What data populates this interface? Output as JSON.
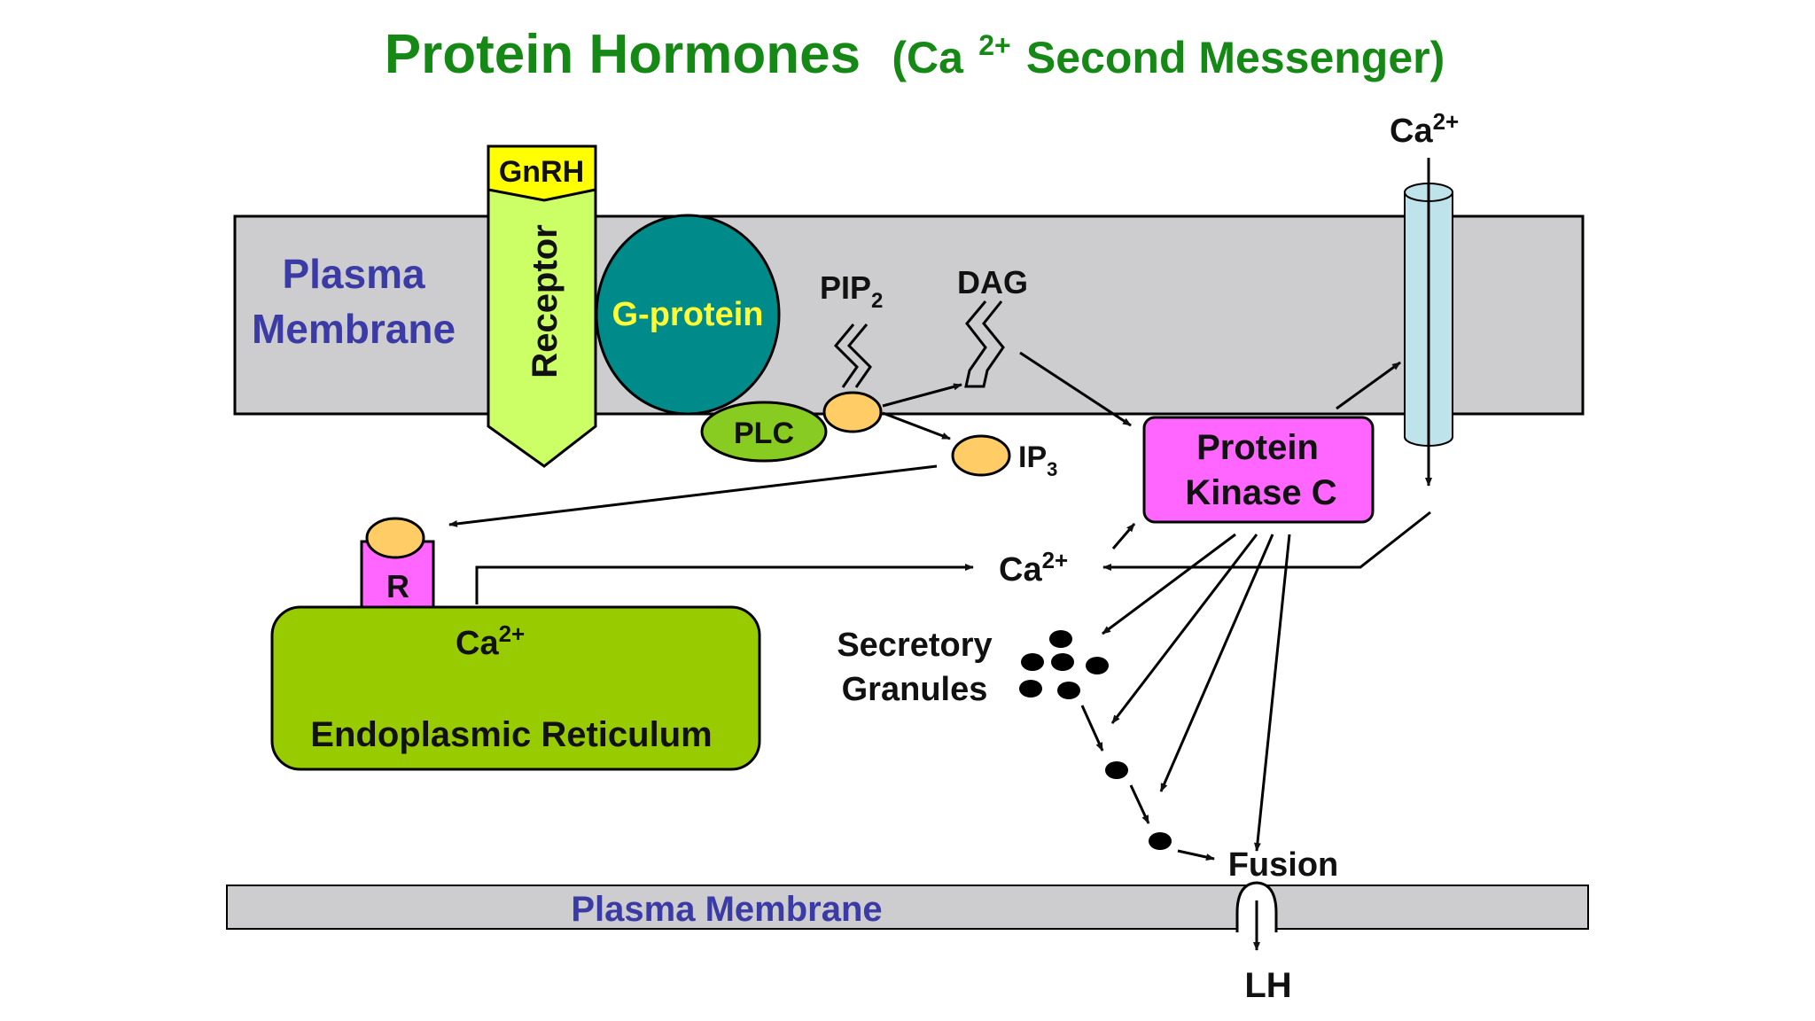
{
  "title": {
    "main": "Protein Hormones",
    "paren_open": "(Ca",
    "sup": "2+",
    "paren_rest": " Second Messenger)"
  },
  "labels": {
    "plasma_membrane_top_line1": "Plasma",
    "plasma_membrane_top_line2": "Membrane",
    "gnrh": "GnRH",
    "receptor": "Receptor",
    "g_protein": "G-protein",
    "plc": "PLC",
    "pip": "PIP",
    "pip_sub": "2",
    "dag": "DAG",
    "ip": "IP",
    "ip_sub": "3",
    "pkc_line1": "Protein",
    "pkc_line2": "Kinase C",
    "ca_channel": "Ca",
    "ca_channel_sup": "2+",
    "ca_cytosol": "Ca",
    "ca_cytosol_sup": "2+",
    "er_receptor": "R",
    "er_ca": "Ca",
    "er_ca_sup": "2+",
    "er": "Endoplasmic Reticulum",
    "granules_line1": "Secretory",
    "granules_line2": "Granules",
    "fusion": "Fusion",
    "plasma_membrane_bottom": "Plasma Membrane",
    "lh": "LH"
  },
  "colors": {
    "title": "#168816",
    "membrane": "#cdcccf",
    "receptor": "#ccff66",
    "gnrh": "#ffff00",
    "g_protein": "#008b8b",
    "plc": "#88cc22",
    "ligand": "#ffcc66",
    "pkc": "#ff66ff",
    "er": "#99cc00",
    "channel": "#bfe3ea"
  }
}
